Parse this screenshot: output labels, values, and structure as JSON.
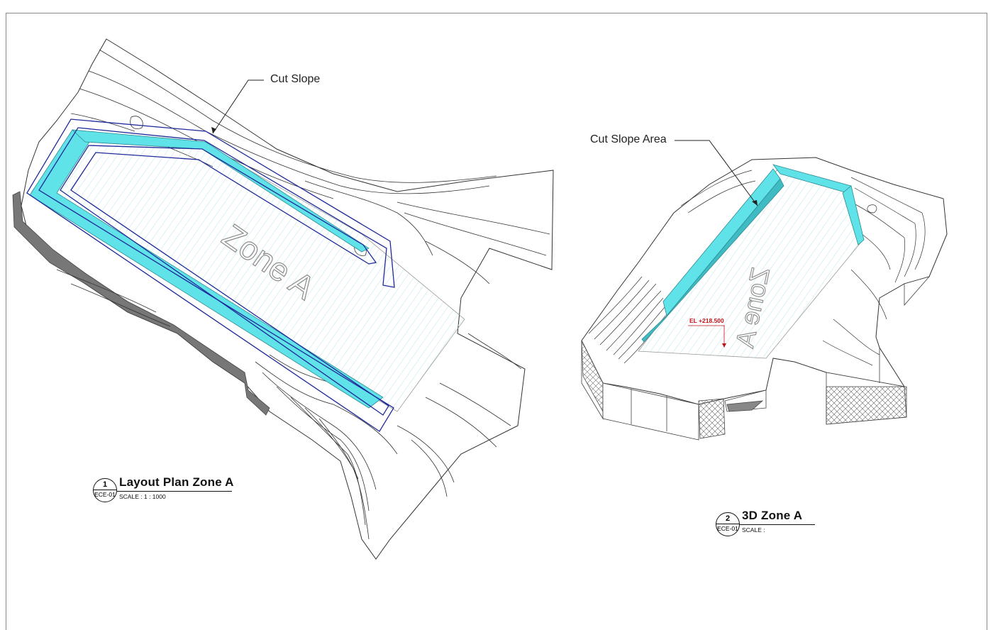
{
  "views": [
    {
      "number": "1",
      "sheet_ref": "ECE-01",
      "title": "Layout Plan Zone A",
      "scale_label": "SCALE :",
      "scale_value": "1 : 1000",
      "zone_label": "Zone A",
      "callout": "Cut Slope"
    },
    {
      "number": "2",
      "sheet_ref": "ECE-01",
      "title": "3D Zone A",
      "scale_label": "SCALE :",
      "scale_value": "",
      "zone_label": "Zone A",
      "callout": "Cut Slope Area",
      "elevation": "EL +218.500"
    }
  ],
  "colors": {
    "contour": "#333333",
    "boundary": "#1f2a9a",
    "slope": "#5fe3e8",
    "slope_dark": "#3fbcc3",
    "pad": "#d9f4f6",
    "elevation": "#c0141b"
  }
}
